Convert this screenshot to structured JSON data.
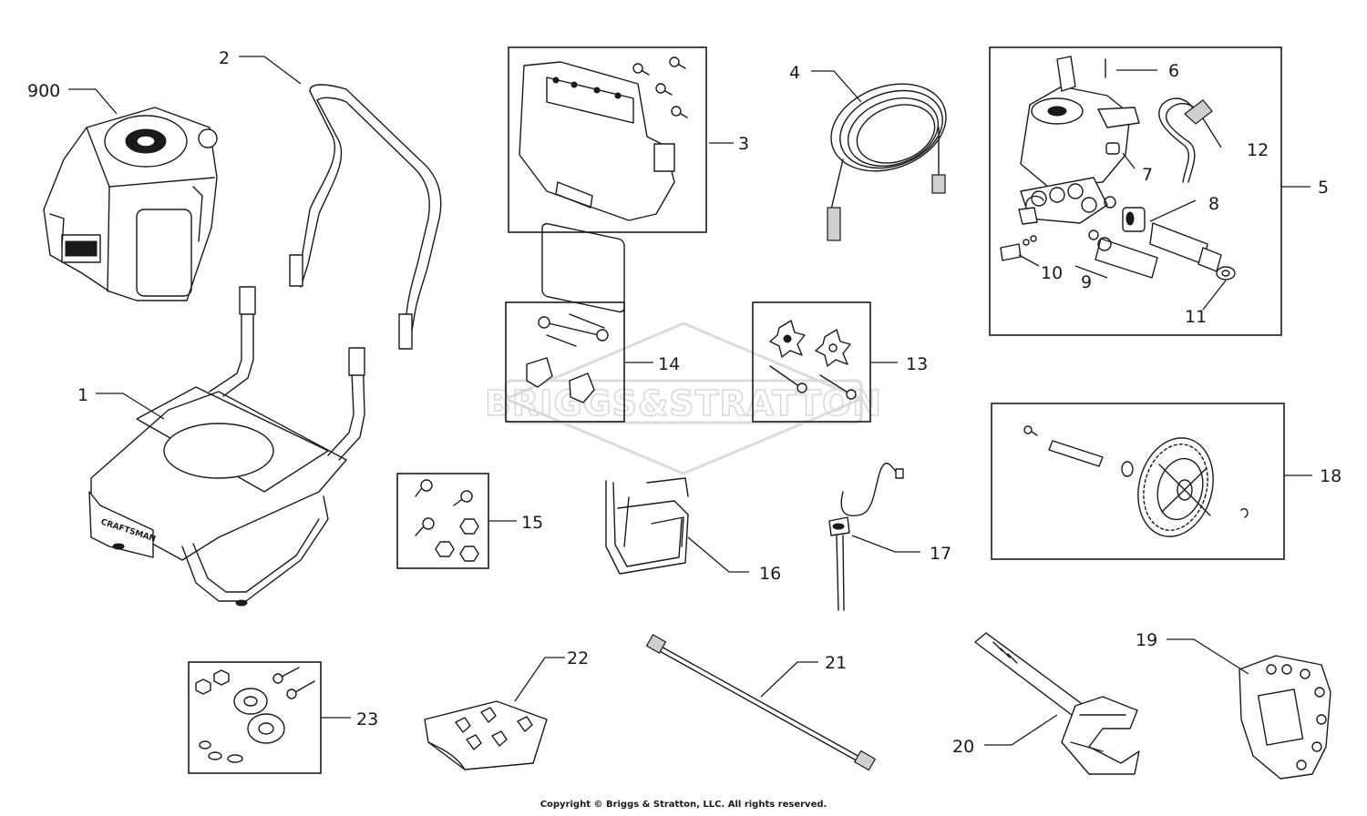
{
  "callouts": {
    "c900": "900",
    "c1": "1",
    "c2": "2",
    "c3": "3",
    "c4": "4",
    "c5": "5",
    "c6": "6",
    "c7": "7",
    "c8": "8",
    "c9": "9",
    "c10": "10",
    "c11": "11",
    "c12": "12",
    "c13": "13",
    "c14": "14",
    "c15": "15",
    "c16": "16",
    "c17": "17",
    "c18": "18",
    "c19": "19",
    "c20": "20",
    "c21": "21",
    "c22": "22",
    "c23": "23"
  },
  "engine_badge": "CRAFTSMAN",
  "watermark": "BRIGGS&STRATTON",
  "copyright": "Copyright © Briggs & Stratton, LLC. All rights reserved.",
  "colors": {
    "ink": "#1a1a1a",
    "watermark": "#d8d8d8",
    "background": "#ffffff"
  }
}
